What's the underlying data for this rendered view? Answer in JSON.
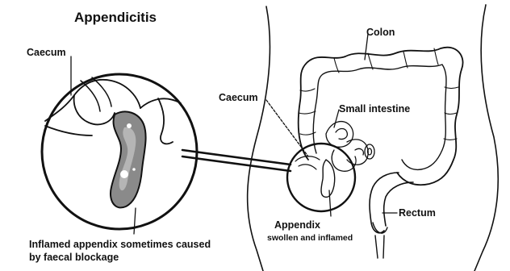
{
  "title": "Appendicitis",
  "labels": {
    "caecum_zoom": "Caecum",
    "colon": "Colon",
    "caecum_body": "Caecum",
    "small_intestine": "Small intestine",
    "rectum": "Rectum",
    "appendix": "Appendix",
    "appendix_sub": "swollen and inflamed",
    "inflamed_line1": "Inflamed appendix sometimes caused",
    "inflamed_line2": "by faecal blockage"
  },
  "colors": {
    "ink": "#111111",
    "inflamed_fill": "#8a8a8a",
    "inflamed_core": "#b5b5b5"
  }
}
